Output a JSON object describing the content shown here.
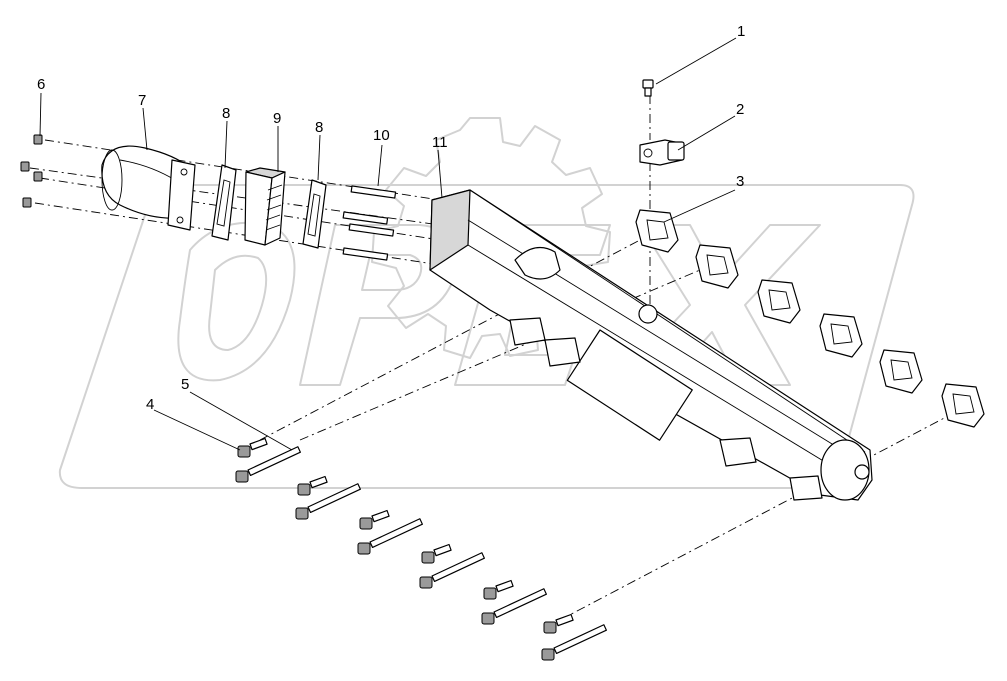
{
  "diagram": {
    "watermark": "OPEX",
    "callouts": [
      {
        "id": "callout-1",
        "label": "1"
      },
      {
        "id": "callout-2",
        "label": "2"
      },
      {
        "id": "callout-3",
        "label": "3"
      },
      {
        "id": "callout-4",
        "label": "4"
      },
      {
        "id": "callout-5",
        "label": "5"
      },
      {
        "id": "callout-6",
        "label": "6"
      },
      {
        "id": "callout-7",
        "label": "7"
      },
      {
        "id": "callout-8a",
        "label": "8"
      },
      {
        "id": "callout-9",
        "label": "9"
      },
      {
        "id": "callout-8b",
        "label": "8"
      },
      {
        "id": "callout-10",
        "label": "10"
      },
      {
        "id": "callout-11",
        "label": "11"
      }
    ]
  }
}
